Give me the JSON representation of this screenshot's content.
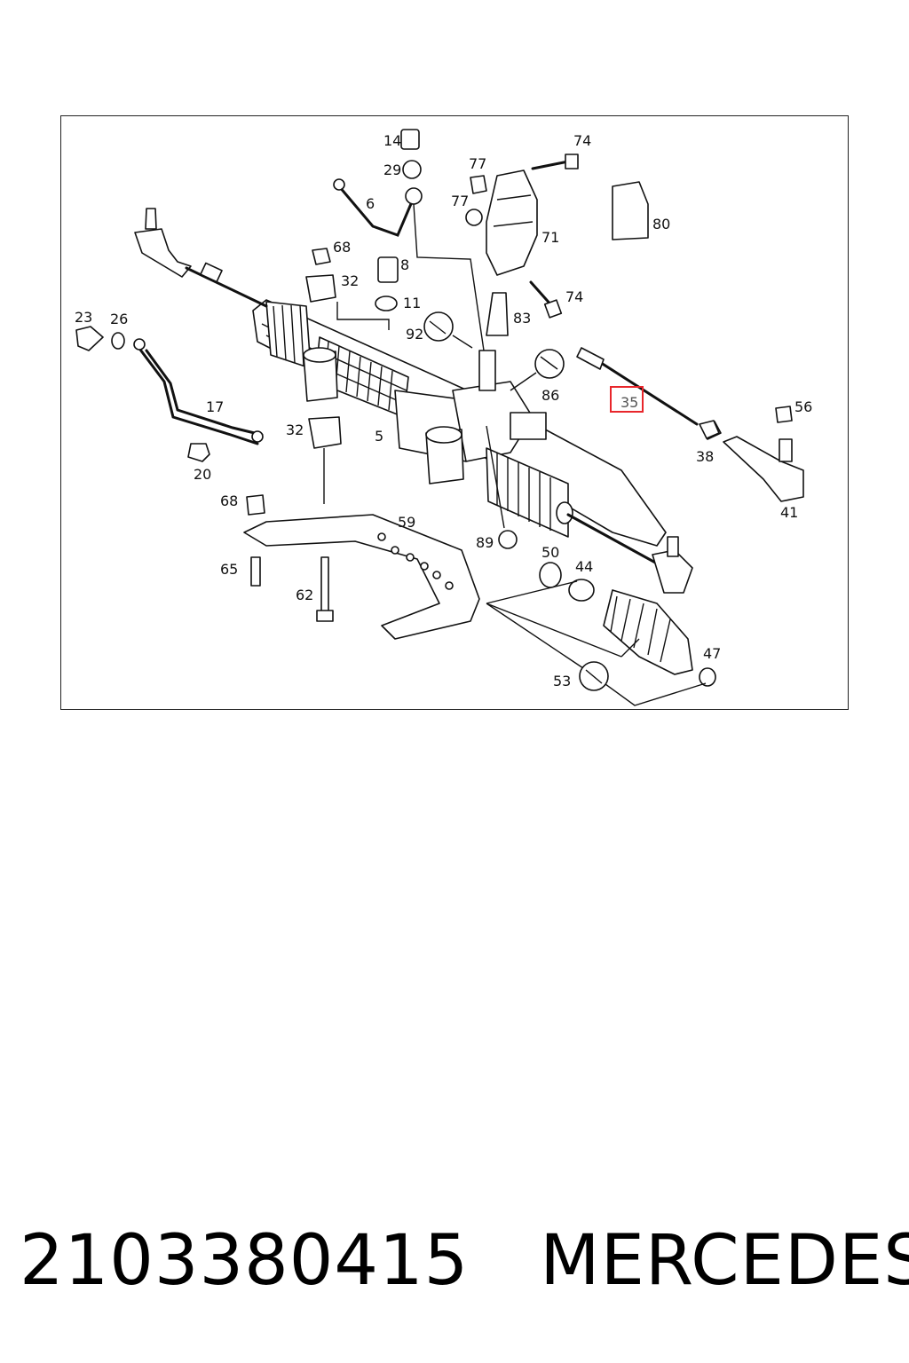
{
  "callouts": [
    "14",
    "29",
    "77",
    "74",
    "6",
    "77",
    "80",
    "71",
    "68",
    "8",
    "32",
    "74",
    "11",
    "83",
    "23",
    "26",
    "92",
    "86",
    "35",
    "56",
    "17",
    "32",
    "5",
    "38",
    "41",
    "20",
    "68",
    "59",
    "89",
    "50",
    "44",
    "65",
    "62",
    "47",
    "53"
  ],
  "highlighted_callout": "35",
  "highlight_color": "#e8262b",
  "caption": {
    "part_number": "2103380415",
    "brand": "MERCEDES"
  },
  "icons": [
    "wrench-symbol-icon"
  ]
}
